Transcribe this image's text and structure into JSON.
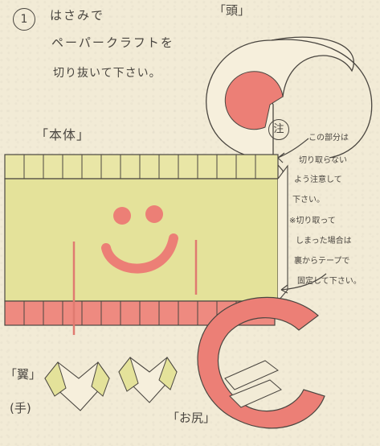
{
  "step_number": "1",
  "instructions": {
    "line1": "はさみで",
    "line2": "ペーパークラフトを",
    "line3": "切り抜いて下さい。"
  },
  "labels": {
    "head": "「頭」",
    "body": "「本体」",
    "wings": "「翼」",
    "hands": "(手)",
    "tail": "「お尻」"
  },
  "note": {
    "badge": "注",
    "lines": [
      "この部分は",
      "切り取らない",
      "よう注意して",
      "下さい。",
      "※切り取って",
      "しまった場合は",
      "裏からテープで",
      "固定して下さい。"
    ]
  },
  "colors": {
    "paper": "#f2ebd6",
    "body_yellow": "#e4e29a",
    "salmon": "#ec7f76",
    "ink": "#4a4640"
  }
}
